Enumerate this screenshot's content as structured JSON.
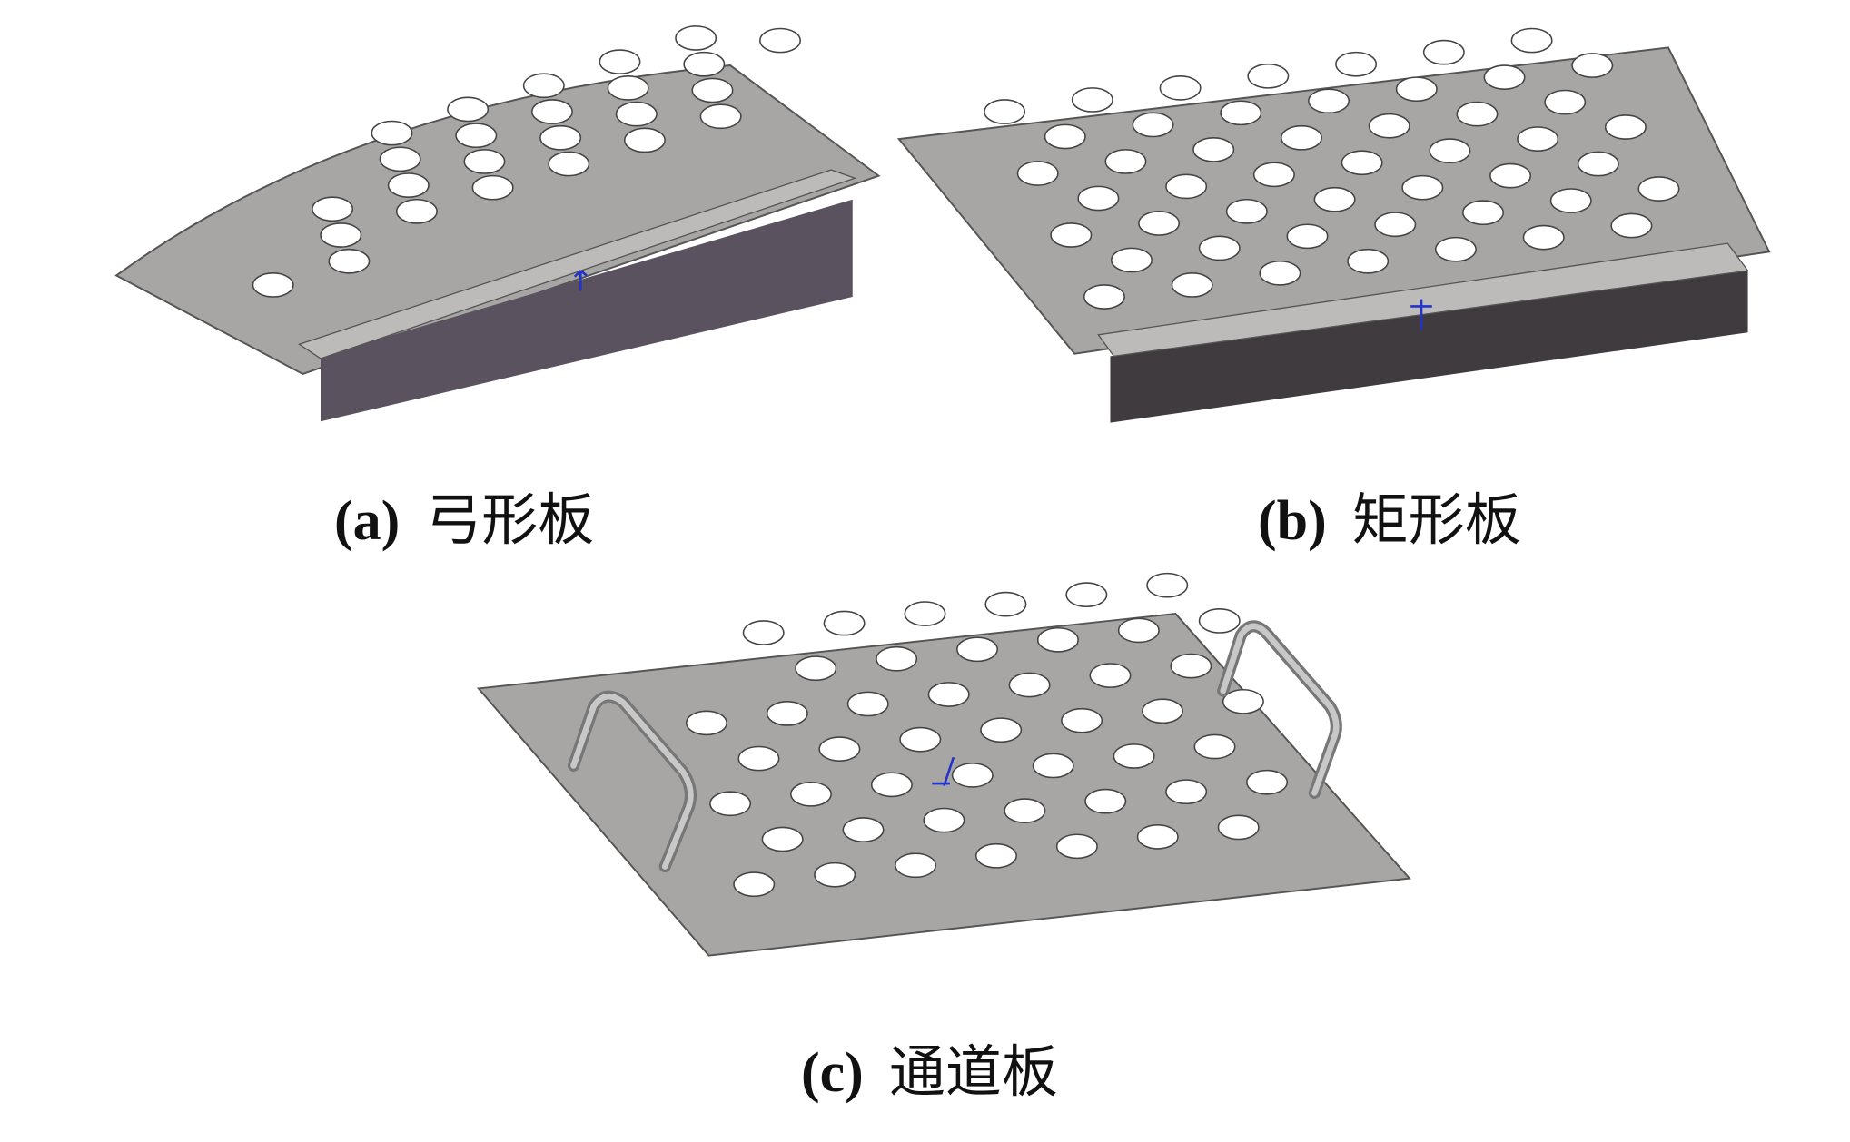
{
  "figure": {
    "panels": [
      {
        "tag": "(a)",
        "label": "弓形板"
      },
      {
        "tag": "(b)",
        "label": "矩形板"
      },
      {
        "tag": "(c)",
        "label": "通道板"
      }
    ],
    "colors": {
      "plate": "#a8a6a4",
      "plate_edge": "#5a5858",
      "wall_a": "#5b5260",
      "wall_b": "#3f3b3e",
      "handle": "#9a9a9a",
      "axis": "#2233cc"
    }
  }
}
